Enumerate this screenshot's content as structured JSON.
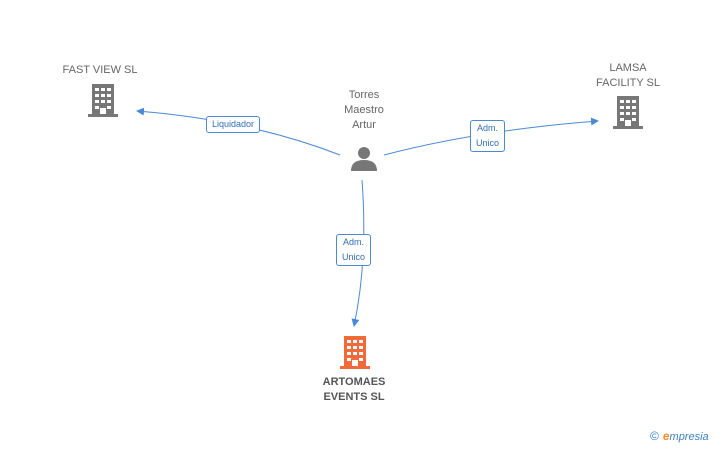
{
  "colors": {
    "edge": "#4a8ad4",
    "company": "#777777",
    "focus_company": "#f2693a",
    "person": "#777777"
  },
  "nodes": {
    "person": {
      "lines": [
        "Torres",
        "Maestro",
        "Artur"
      ],
      "icon": "person-icon"
    },
    "fast_view": {
      "lines": [
        "FAST VIEW SL"
      ],
      "icon": "building-icon"
    },
    "lamsa": {
      "lines": [
        "LAMSA",
        "FACILITY SL"
      ],
      "icon": "building-icon"
    },
    "artomaes": {
      "lines": [
        "ARTOMAES",
        "EVENTS SL"
      ],
      "icon": "building-icon"
    }
  },
  "edges": {
    "to_fast_view": {
      "lines": [
        "Liquidador"
      ]
    },
    "to_lamsa": {
      "lines": [
        "Adm.",
        "Unico"
      ]
    },
    "to_artomaes": {
      "lines": [
        "Adm.",
        "Unico"
      ]
    }
  },
  "brand": {
    "copyright": "©",
    "first_letter": "e",
    "rest": "mpresia"
  }
}
